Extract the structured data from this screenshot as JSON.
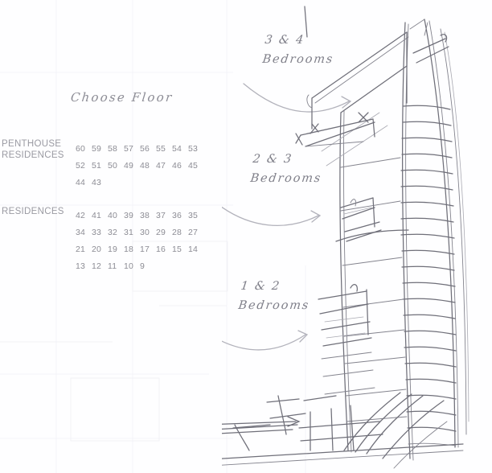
{
  "page": {
    "title": "Choose Floor",
    "heading": "Choose Floor"
  },
  "palette": {
    "background": "#fefeff",
    "text_gray": "#8c8c94",
    "label_gray": "#9a9aa2",
    "sketch_gray": "#6e6e78",
    "grid_faint": "#f2f2f6"
  },
  "floor_groups": [
    {
      "id": "penthouse-residences",
      "label_line1": "PENTHOUSE",
      "label_line2": "RESIDENCES",
      "rows": [
        [
          "60",
          "59",
          "58",
          "57",
          "56",
          "55",
          "54",
          "53"
        ],
        [
          "52",
          "51",
          "50",
          "49",
          "48",
          "47",
          "46",
          "45"
        ],
        [
          "44",
          "43",
          "",
          "",
          "",
          "",
          "",
          ""
        ]
      ]
    },
    {
      "id": "residences",
      "label_line1": "RESIDENCES",
      "label_line2": "",
      "rows": [
        [
          "42",
          "41",
          "40",
          "39",
          "38",
          "37",
          "36",
          "35"
        ],
        [
          "34",
          "33",
          "32",
          "31",
          "30",
          "29",
          "28",
          "27"
        ],
        [
          "21",
          "20",
          "19",
          "18",
          "17",
          "16",
          "15",
          "14"
        ],
        [
          "13",
          "12",
          "11",
          "10",
          "9",
          "",
          "",
          ""
        ]
      ]
    }
  ],
  "annotations": [
    {
      "id": "annot-3-4-bedrooms",
      "line1": "3 & 4",
      "line2": "Bedrooms"
    },
    {
      "id": "annot-2-3-bedrooms",
      "line1": "2 & 3",
      "line2": "Bedrooms"
    },
    {
      "id": "annot-1-2-bedrooms",
      "line1": "1 & 2",
      "line2": "Bedrooms"
    }
  ],
  "sketch": {
    "name": "tower-elevation-sketch",
    "description": "hand-drawn pencil sketch of a tall curved residential tower with horizontal floor slab lines"
  }
}
